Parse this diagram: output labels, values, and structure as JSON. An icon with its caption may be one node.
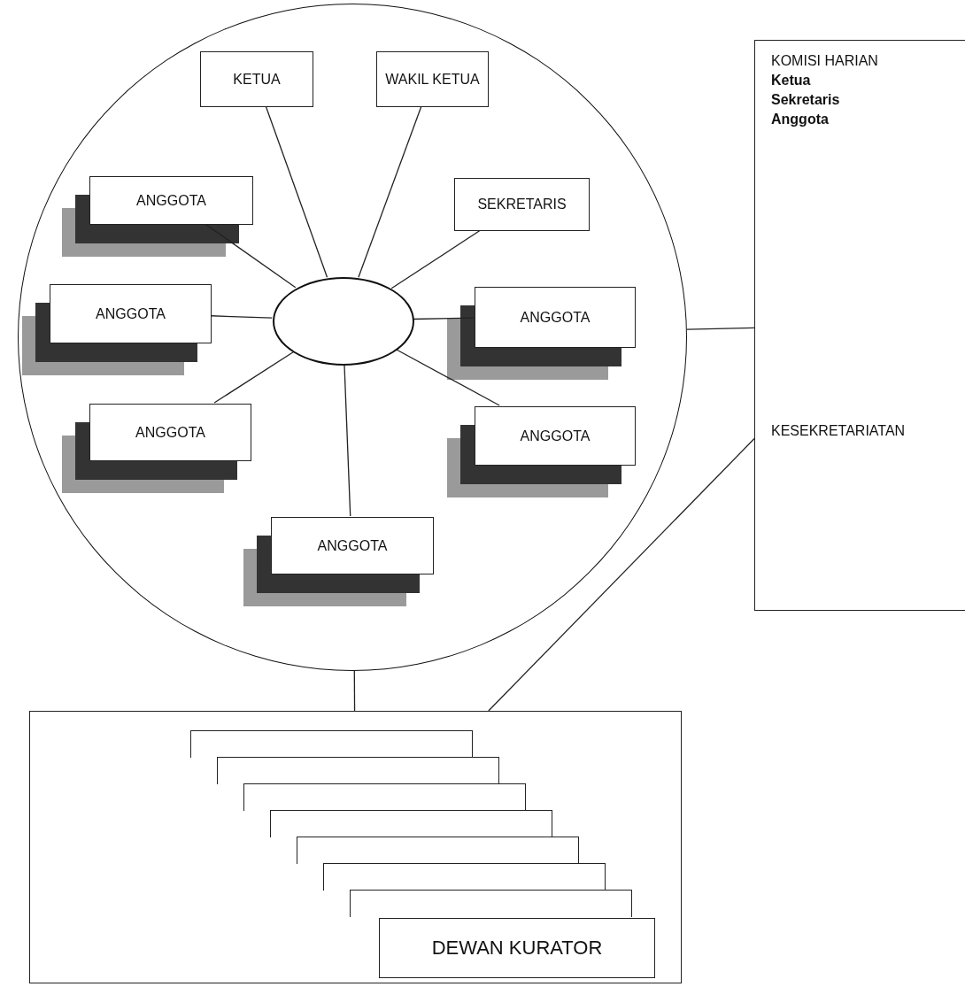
{
  "diagram": {
    "nodes": [
      {
        "text": [],
        "shape": "circle"
      },
      {
        "text": [
          "KETUA"
        ],
        "in": 0
      },
      {
        "text": [
          "WAKIL KETUA"
        ],
        "in": 0
      },
      {
        "text": [
          "ANGGOTA"
        ],
        "in": 0
      },
      {
        "text": [
          "SEKRETARIS"
        ],
        "in": 0
      },
      {
        "text": [],
        "shape": "circle",
        "in": 0
      },
      {
        "text": [
          "ANGGOTA"
        ],
        "in": 0
      },
      {
        "text": [
          "ANGGOTA"
        ],
        "in": 0
      },
      {
        "text": [
          "ANGGOTA"
        ],
        "in": 0
      },
      {
        "text": [
          "ANGGOTA"
        ],
        "in": 0
      },
      {
        "text": [
          "ANGGOTA"
        ],
        "in": 0
      },
      {
        "text": [
          "KOMISI HARIAN",
          "Ketua",
          "Sekretaris",
          "Anggota",
          "KESEKRETARIATAN"
        ]
      },
      {
        "text": [],
        "shape": "box"
      },
      {
        "text": [],
        "shape": "box",
        "in": 12
      },
      {
        "text": [],
        "shape": "box",
        "in": 12
      },
      {
        "text": [],
        "shape": "box",
        "in": 12
      },
      {
        "text": [],
        "shape": "box",
        "in": 12
      },
      {
        "text": [],
        "shape": "box",
        "in": 12
      },
      {
        "text": [],
        "shape": "box",
        "in": 12
      },
      {
        "text": [],
        "shape": "box",
        "in": 12
      },
      {
        "text": [
          "DEWAN KURATOR"
        ],
        "in": 12
      }
    ],
    "edges": [
      {
        "from": 1,
        "to": 5,
        "arrow": "none"
      },
      {
        "from": 2,
        "to": 5,
        "arrow": "none"
      },
      {
        "from": 3,
        "to": 5,
        "arrow": "none"
      },
      {
        "from": 4,
        "to": 5,
        "arrow": "none"
      },
      {
        "from": 6,
        "to": 5,
        "arrow": "none"
      },
      {
        "from": 5,
        "to": 7,
        "arrow": "none"
      },
      {
        "from": 5,
        "to": 8,
        "arrow": "none"
      },
      {
        "from": 5,
        "to": 9,
        "arrow": "none"
      },
      {
        "from": 5,
        "to": 10,
        "arrow": "none"
      },
      {
        "from": 0,
        "to": 11,
        "arrow": "none"
      },
      {
        "from": 0,
        "to": 12,
        "arrow": "none"
      },
      {
        "from": 11,
        "to": 12,
        "arrow": "none"
      }
    ]
  }
}
